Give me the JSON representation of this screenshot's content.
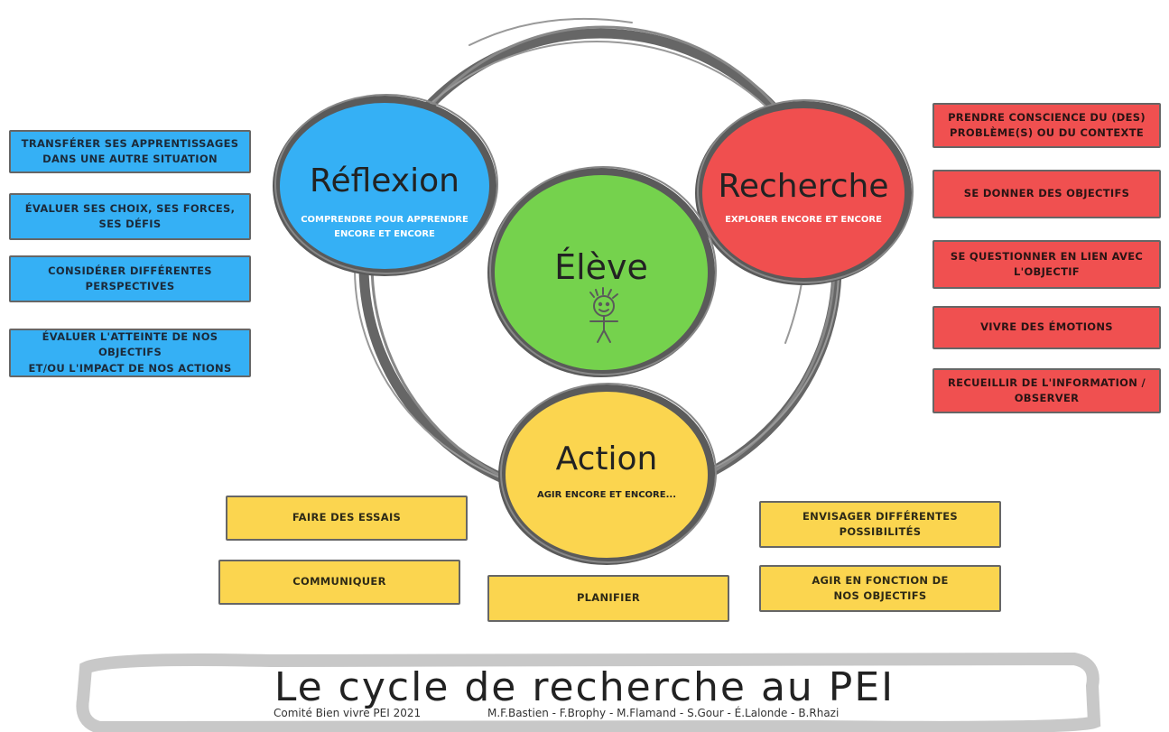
{
  "circles": {
    "reflexion": {
      "title": "Réflexion",
      "subtitle": "COMPRENDRE POUR APPRENDRE\nENCORE ET ENCORE",
      "color": "#35b0f5"
    },
    "recherche": {
      "title": "Recherche",
      "subtitle": "EXPLORER ENCORE ET ENCORE",
      "color": "#f04f4f"
    },
    "eleve": {
      "title": "Élève",
      "color": "#75d24d"
    },
    "action": {
      "title": "Action",
      "subtitle": "AGIR ENCORE ET ENCORE...",
      "color": "#fbd54f"
    }
  },
  "reflexion_boxes": [
    "TRANSFÉRER SES APPRENTISSAGES\nDANS UNE AUTRE SITUATION",
    "ÉVALUER SES CHOIX, SES FORCES,\nSES DÉFIS",
    "CONSIDÉRER DIFFÉRENTES\nPERSPECTIVES",
    "ÉVALUER L'ATTEINTE DE NOS OBJECTIFS\nET/OU L'IMPACT DE NOS ACTIONS"
  ],
  "recherche_boxes": [
    "PRENDRE CONSCIENCE DU (DES)\nPROBLÈME(S) OU DU CONTEXTE",
    "SE DONNER DES OBJECTIFS",
    "SE QUESTIONNER EN LIEN AVEC\nL'OBJECTIF",
    "VIVRE DES ÉMOTIONS",
    "RECUEILLIR DE L'INFORMATION /\nOBSERVER"
  ],
  "action_boxes": [
    "FAIRE DES ESSAIS",
    "COMMUNIQUER",
    "PLANIFIER",
    "ENVISAGER DIFFÉRENTES\nPOSSIBILITÉS",
    "AGIR EN FONCTION DE\nNOS OBJECTIFS"
  ],
  "banner": {
    "title": "Le cycle de recherche au PEI",
    "committee": "Comité Bien vivre PEI 2021",
    "authors": "M.F.Bastien  -  F.Brophy  -  M.Flamand  -  S.Gour  -  É.Lalonde  -  B.Rhazi"
  },
  "colors": {
    "blue": "#35b0f5",
    "red": "#f04f4f",
    "green": "#75d24d",
    "yellow": "#fbd54f",
    "outline": "#666666"
  }
}
